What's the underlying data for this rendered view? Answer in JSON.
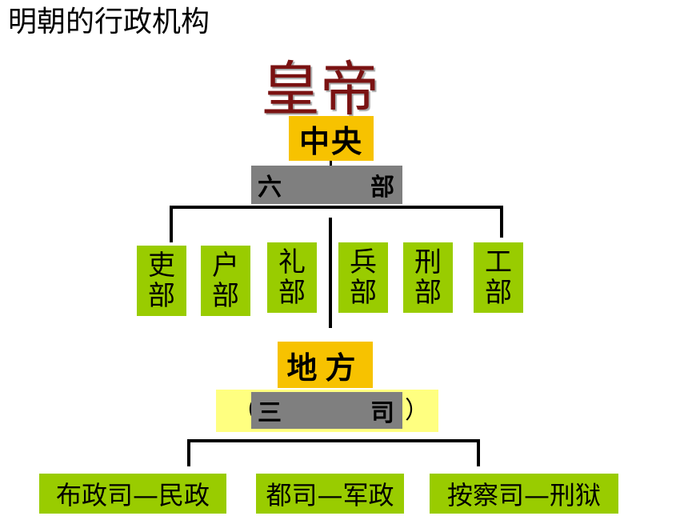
{
  "page": {
    "title": "明朝的行政机构"
  },
  "emperor": "皇帝",
  "central": {
    "label": "中央",
    "six_ministries": {
      "left": "六",
      "right": "部"
    },
    "ministries": [
      {
        "top": "吏",
        "bottom": "部"
      },
      {
        "top": "户",
        "bottom": "部"
      },
      {
        "top": "礼",
        "bottom": "部"
      },
      {
        "top": "兵",
        "bottom": "部"
      },
      {
        "top": "刑",
        "bottom": "部"
      },
      {
        "top": "工",
        "bottom": "部"
      }
    ]
  },
  "local": {
    "label": "地方",
    "three_offices": {
      "open": "（",
      "left": "三",
      "right": "司",
      "close": "）"
    },
    "bureaus": [
      {
        "label": "布政司—民政"
      },
      {
        "label": "都司—军政"
      },
      {
        "label": "按察司—刑狱"
      }
    ]
  },
  "colors": {
    "emperor_text": "#7a1212",
    "gold_box": "#f7c200",
    "gray_box": "#7f7f7f",
    "green_box": "#99cc00",
    "yellow_band": "#ffff80"
  }
}
